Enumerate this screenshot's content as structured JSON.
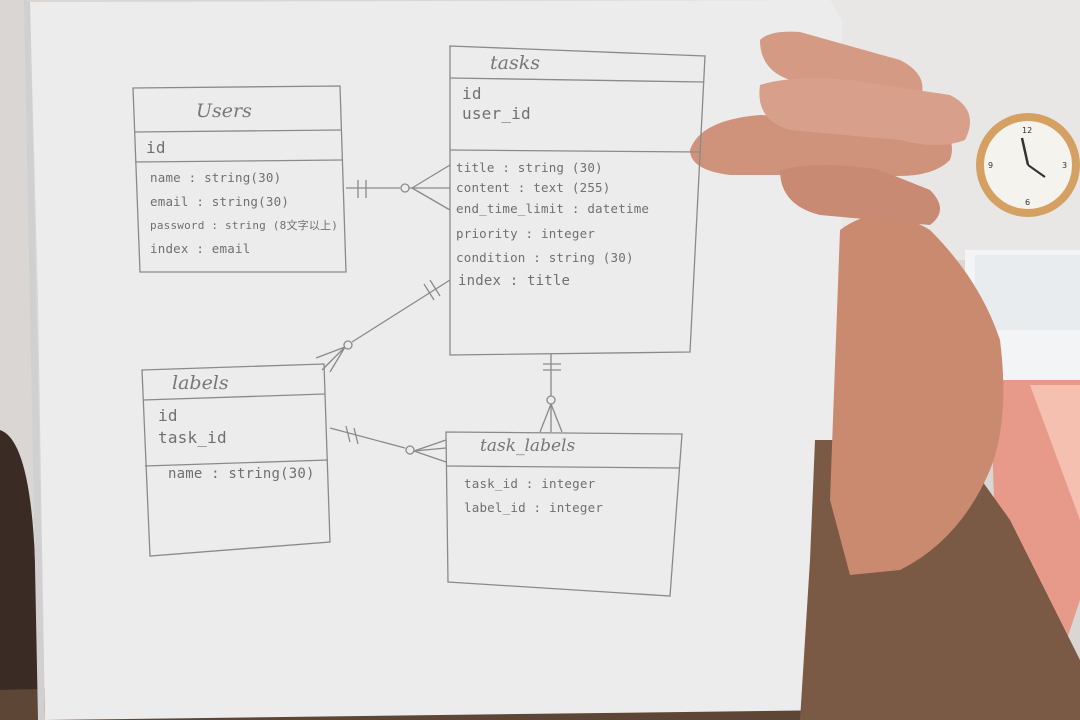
{
  "diagram": {
    "entities": {
      "users": {
        "title": "Users",
        "keys": [
          "id"
        ],
        "fields": [
          "name : string(30)",
          "email : string(30)",
          "password : string (8文字以上)",
          "index : email"
        ]
      },
      "tasks": {
        "title": "tasks",
        "keys": [
          "id",
          "user_id"
        ],
        "fields": [
          "title : string (30)",
          "content : text (255)",
          "end_time_limit : datetime",
          "priority : integer",
          "condition : string (30)",
          "index : title"
        ]
      },
      "labels": {
        "title": "labels",
        "keys": [
          "id",
          "task_id"
        ],
        "fields": [
          "name : string(30)"
        ]
      },
      "task_labels": {
        "title": "task_labels",
        "keys": [],
        "fields": [
          "task_id : integer",
          "label_id : integer"
        ]
      }
    },
    "relationships": [
      {
        "from": "users",
        "to": "tasks",
        "from_cardinality": "one-and-only-one",
        "to_cardinality": "zero-or-many"
      },
      {
        "from": "tasks",
        "to": "labels",
        "from_cardinality": "one-and-only-one",
        "to_cardinality": "zero-or-many"
      },
      {
        "from": "tasks",
        "to": "task_labels",
        "from_cardinality": "one-and-only-one",
        "to_cardinality": "zero-or-many"
      },
      {
        "from": "labels",
        "to": "task_labels",
        "from_cardinality": "one-and-only-one",
        "to_cardinality": "zero-or-many"
      }
    ]
  },
  "colors": {
    "paper": "#ececec",
    "pencil": "#7a7a7a",
    "wall": "#e6e4e3",
    "skin": "#c98e78",
    "sweater": "#7a5a45",
    "clock_rim": "#d8a060"
  }
}
